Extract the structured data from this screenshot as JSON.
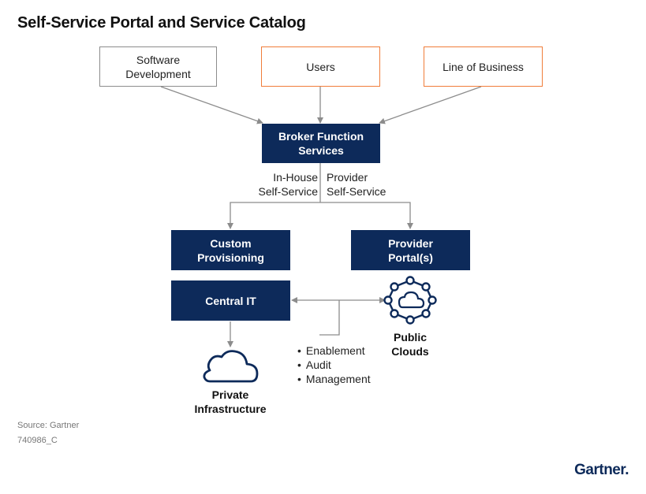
{
  "title": "Self-Service Portal and Service Catalog",
  "nodes": {
    "software_development": "Software\nDevelopment",
    "users": "Users",
    "line_of_business": "Line of Business",
    "broker": "Broker Function\nServices",
    "custom_provisioning": "Custom\nProvisioning",
    "provider_portals": "Provider\nPortal(s)",
    "central_it": "Central IT"
  },
  "edge_labels": {
    "in_house": "In-House\nSelf-Service",
    "provider": "Provider\nSelf-Service"
  },
  "icons": {
    "private_cloud": "cloud-icon",
    "public_cloud": "cloud-network-icon"
  },
  "captions": {
    "private_infrastructure": "Private\nInfrastructure",
    "public_clouds": "Public\nClouds"
  },
  "management_items": [
    "Enablement",
    "Audit",
    "Management"
  ],
  "colors": {
    "navy": "#0d2a5a",
    "orange": "#f07d3a",
    "gray": "#8c8c8c"
  },
  "footer": {
    "source": "Source: Gartner",
    "id": "740986_C",
    "logo": "Gartner."
  }
}
